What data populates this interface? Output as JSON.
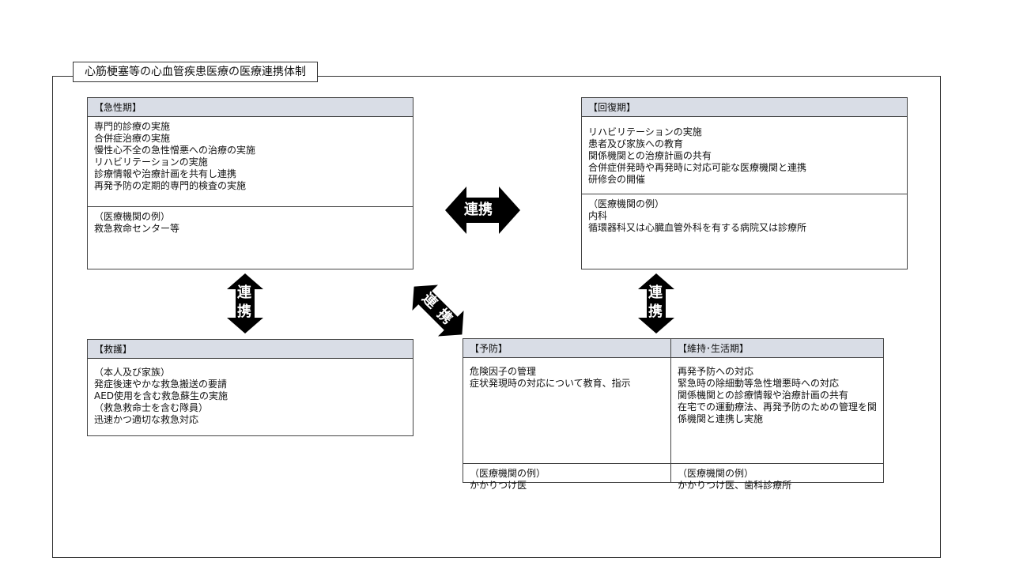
{
  "title": "心筋梗塞等の心血管疾患医療の医療連携体制",
  "link_label": "連携",
  "link_chars": [
    "連",
    "携"
  ],
  "acute": {
    "header": "【急性期】",
    "items": [
      "専門的診療の実施",
      "合併症治療の実施",
      "慢性心不全の急性憎悪への治療の実施",
      "リハビリテーションの実施",
      "診療情報や治療計画を共有し連携",
      "再発予防の定期的専門的検査の実施"
    ],
    "example_title": "（医療機関の例）",
    "examples": [
      "救急救命センター等"
    ]
  },
  "recovery": {
    "header": "【回復期】",
    "items": [
      "リハビリテーションの実施",
      "患者及び家族への教育",
      "関係機関との治療計画の共有",
      "合併症併発時や再発時に対応可能な医療機関と連携",
      "研修会の開催"
    ],
    "example_title": "（医療機関の例）",
    "examples": [
      "内科",
      "循環器科又は心臓血管外科を有する病院又は診療所"
    ]
  },
  "rescue": {
    "header": "【救護】",
    "items": [
      "（本人及び家族）",
      "発症後速やかな救急搬送の要請",
      "AED使用を含む救急蘇生の実施",
      "（救急救命士を含む隊員）",
      "迅速かつ適切な救急対応"
    ]
  },
  "prevention": {
    "header": "【予防】",
    "items": [
      "危険因子の管理",
      "症状発現時の対応について教育、指示"
    ],
    "example_title": "（医療機関の例）",
    "examples": [
      "かかりつけ医"
    ]
  },
  "maintenance": {
    "header": "【維持･生活期】",
    "items": [
      "再発予防への対応",
      "緊急時の除細動等急性増悪時への対応",
      "関係機関との診療情報や治療計画の共有",
      "在宅での運動療法、再発予防のための管理を関",
      "係機関と連携し実施"
    ],
    "example_title": "（医療機関の例）",
    "examples": [
      "かかりつけ医、歯科診療所"
    ]
  }
}
